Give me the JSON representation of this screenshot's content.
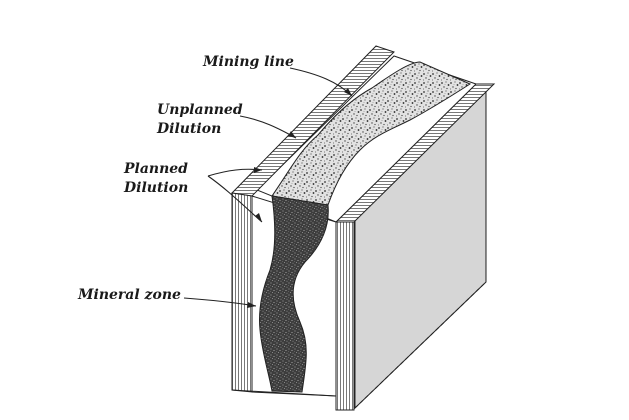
{
  "labels": {
    "mining_line": "Mining line",
    "unplanned_dilution": [
      "Unplanned",
      "Dilution"
    ],
    "planned_dilution": [
      "Planned",
      "Dilution"
    ],
    "mineral_zone": "Mineral zone"
  },
  "colors": {
    "ink": "#1a1a1a",
    "mineral_zone_fill": "#3c3c3c",
    "unplanned_dilution_fill": "#b9b9b9",
    "side_face_fill": "#dcdcdc",
    "hatch": "#555555"
  }
}
